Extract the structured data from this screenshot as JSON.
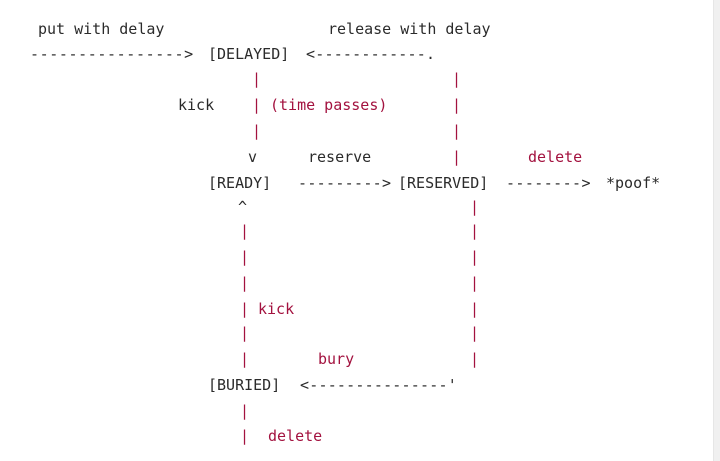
{
  "colors": {
    "text": "#2b2b2b",
    "accent": "#a3123f",
    "background": "#ffffff"
  },
  "ascii": {
    "line1": "put with delay               release with delay",
    "line2": "----------------> [DELAYED] <------------.",
    "line3": "                      |                   |",
    "line4": "               kick   | (time passes)     |",
    "line5": "                      |                   |",
    "line6": "                      v     reserve       |       delete",
    "line7": "                  [READY] ---------> [RESERVED] --------> *poof*",
    "line8": "                    ^                   |",
    "line9": "                    |                   |",
    "line10": "                    |                   |",
    "line11": "                    |                   |",
    "line12": "                    | kick              |",
    "line13": "                    |                   |",
    "line14": "                    |       bury        |",
    "line15": "                  [BURIED] <---------------'",
    "line16": "                    |",
    "line17": "                    |  delete"
  },
  "labels": {
    "put_with_delay": "put with delay",
    "release_with_delay": "release with delay",
    "delayed_state": "[DELAYED]",
    "ready_state": "[READY]",
    "reserved_state": "[RESERVED]",
    "buried_state": "[BURIED]",
    "poof": "*poof*",
    "kick_top": "kick",
    "time_passes": "(time passes)",
    "reserve": "reserve",
    "delete_right": "delete",
    "kick_bottom": "kick",
    "bury": "bury",
    "delete_bottom": "delete",
    "v_arrow": "v",
    "caret_arrow": "^",
    "left_arrow_delayed": "---------------->",
    "release_arrow": "<------------.",
    "ready_to_reserved_arrow": "--------->",
    "reserved_to_poof_arrow": "-------->",
    "buried_arrow": "<---------------'",
    "pipe": "|"
  }
}
